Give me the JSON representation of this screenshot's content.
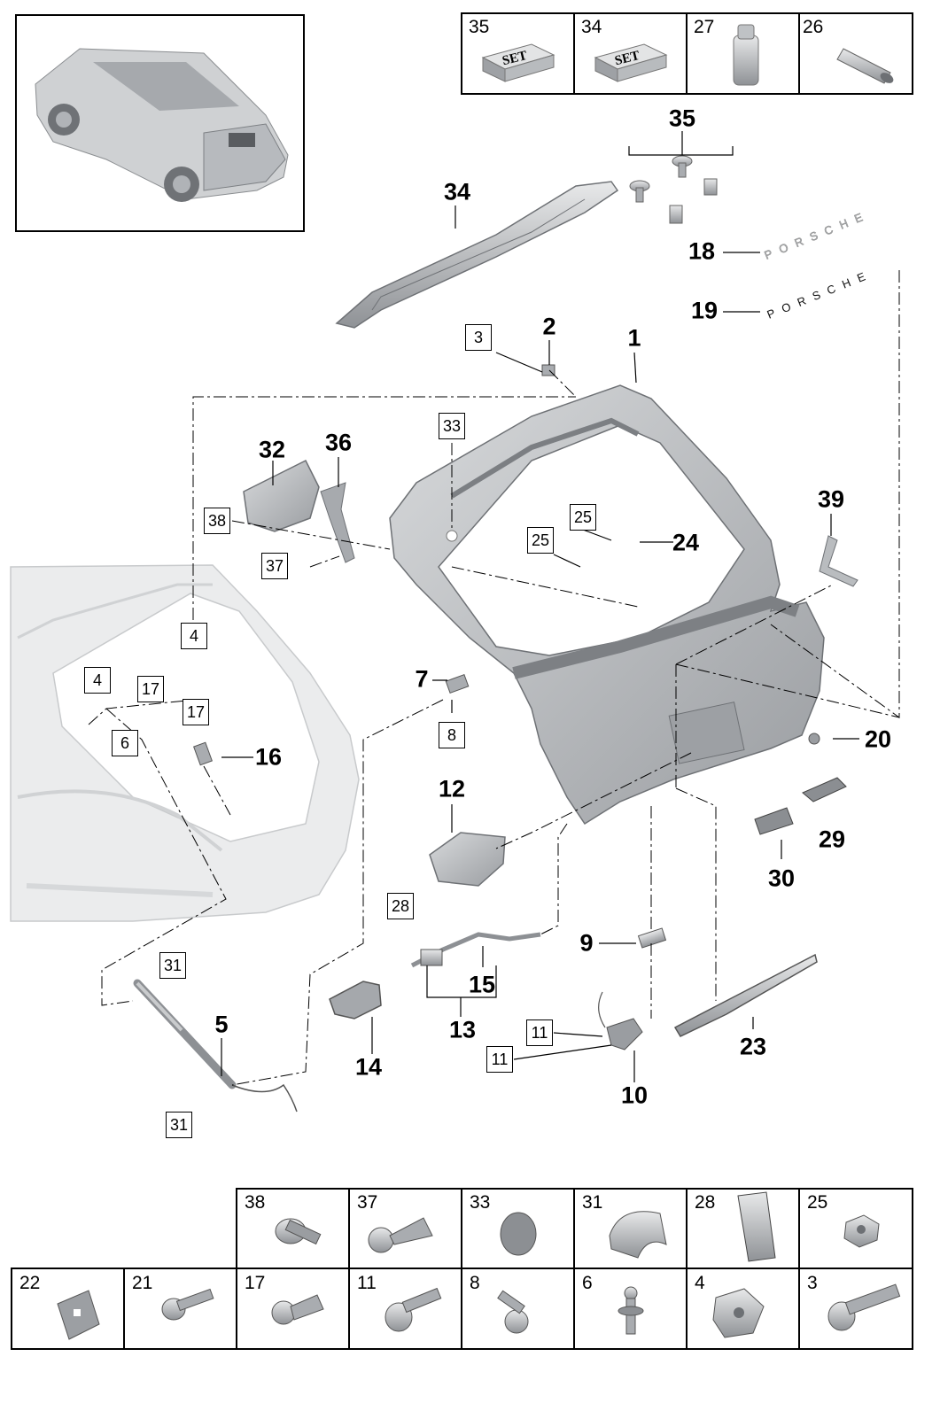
{
  "callouts": {
    "c1": "1",
    "c2": "2",
    "c5": "5",
    "c7": "7",
    "c9": "9",
    "c10": "10",
    "c12": "12",
    "c13": "13",
    "c14": "14",
    "c15": "15",
    "c16": "16",
    "c18": "18",
    "c19": "19",
    "c20": "20",
    "c23": "23",
    "c24": "24",
    "c29": "29",
    "c30": "30",
    "c32": "32",
    "c34": "34",
    "c35": "35",
    "c36": "36",
    "c39": "39"
  },
  "boxed": {
    "b3": "3",
    "b33": "33",
    "b38": "38",
    "b37": "37",
    "b4a": "4",
    "b4b": "4",
    "b17a": "17",
    "b17b": "17",
    "b6": "6",
    "b8": "8",
    "b25a": "25",
    "b25b": "25",
    "b28": "28",
    "b31a": "31",
    "b31b": "31",
    "b11a": "11",
    "b11b": "11"
  },
  "top_table": {
    "cells": [
      {
        "label": "35",
        "icon": "set-box-icon",
        "text": "SET"
      },
      {
        "label": "34",
        "icon": "set-box-icon",
        "text": "SET"
      },
      {
        "label": "27",
        "icon": "adhesive-tube-icon"
      },
      {
        "label": "26",
        "icon": "cylinder-icon"
      }
    ]
  },
  "emblems": {
    "e18": "PORSCHE",
    "e19": "PORSCHE"
  },
  "fastener_table": {
    "row1": [
      {
        "label": "38",
        "icon": "bolt-icon"
      },
      {
        "label": "37",
        "icon": "expansion-rivet-icon"
      },
      {
        "label": "33",
        "icon": "plug-disc-icon"
      },
      {
        "label": "31",
        "icon": "retaining-clip-icon"
      },
      {
        "label": "28",
        "icon": "spring-clip-icon"
      },
      {
        "label": "25",
        "icon": "flange-nut-icon"
      }
    ],
    "row2": [
      {
        "label": "22",
        "icon": "washer-icon"
      },
      {
        "label": "21",
        "icon": "bolt-icon"
      },
      {
        "label": "17",
        "icon": "expansion-rivet-icon"
      },
      {
        "label": "11",
        "icon": "bolt-icon"
      },
      {
        "label": "8",
        "icon": "bolt-icon"
      },
      {
        "label": "6",
        "icon": "ball-stud-icon"
      },
      {
        "label": "4",
        "icon": "cage-nut-icon"
      },
      {
        "label": "3",
        "icon": "bolt-icon"
      }
    ]
  },
  "colors": {
    "part_fill": "#c2c4c7",
    "part_dark": "#8e9195",
    "ghost_car": "#e6e7e8",
    "line": "#000000"
  }
}
